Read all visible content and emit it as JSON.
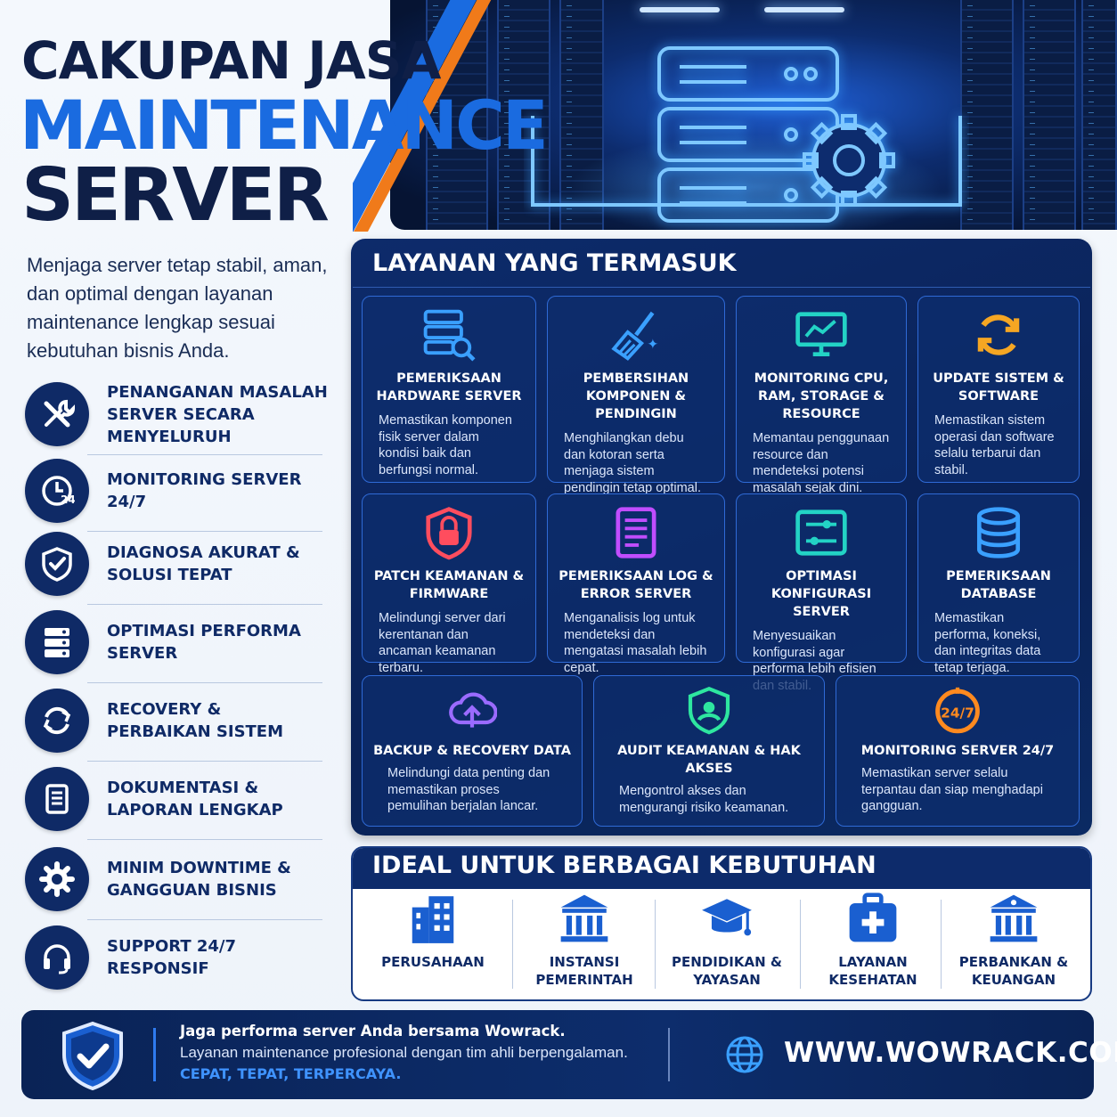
{
  "title": {
    "line1": "CAKUPAN JASA",
    "line2": "MAINTENANCE",
    "line3": "SERVER"
  },
  "intro": "Menjaga server tetap stabil, aman, dan optimal dengan layanan maintenance lengkap sesuai kebutuhan bisnis Anda.",
  "features": [
    {
      "label": "PENANGANAN MASALAH SERVER SECARA MENYELURUH",
      "icon": "tools-icon"
    },
    {
      "label": "MONITORING SERVER 24/7",
      "icon": "clock-24-icon"
    },
    {
      "label": "DIAGNOSA AKURAT & SOLUSI TEPAT",
      "icon": "shield-check-icon"
    },
    {
      "label": "OPTIMASI PERFORMA SERVER",
      "icon": "server-icon"
    },
    {
      "label": "RECOVERY & PERBAIKAN SISTEM",
      "icon": "refresh-icon"
    },
    {
      "label": "DOKUMENTASI & LAPORAN LENGKAP",
      "icon": "document-icon"
    },
    {
      "label": "MINIM DOWNTIME & GANGGUAN BISNIS",
      "icon": "gear-icon"
    },
    {
      "label": "SUPPORT 24/7 RESPONSIF",
      "icon": "headset-icon"
    }
  ],
  "services": {
    "title": "LAYANAN YANG TERMASUK",
    "items": [
      {
        "title": "PEMERIKSAAN HARDWARE SERVER",
        "desc": "Memastikan komponen fisik server dalam kondisi baik dan berfungsi normal.",
        "icon": "server-search-icon",
        "color": "#3aa0ff"
      },
      {
        "title": "PEMBERSIHAN KOMPONEN & PENDINGIN",
        "desc": "Menghilangkan debu dan kotoran serta menjaga sistem pendingin tetap optimal.",
        "icon": "broom-icon",
        "color": "#3aa0ff"
      },
      {
        "title": "MONITORING CPU, RAM, STORAGE & RESOURCE",
        "desc": "Memantau penggunaan resource dan mendeteksi potensi masalah sejak dini.",
        "icon": "monitor-chart-icon",
        "color": "#23d3c5"
      },
      {
        "title": "UPDATE SISTEM & SOFTWARE",
        "desc": "Memastikan sistem operasi dan software selalu terbarui dan stabil.",
        "icon": "sync-icon",
        "color": "#f5a623"
      },
      {
        "title": "PATCH KEAMANAN & FIRMWARE",
        "desc": "Melindungi server dari kerentanan dan ancaman keamanan terbaru.",
        "icon": "shield-lock-icon",
        "color": "#ff4d5e"
      },
      {
        "title": "PEMERIKSAAN LOG & ERROR SERVER",
        "desc": "Menganalisis log untuk mendeteksi dan mengatasi masalah lebih cepat.",
        "icon": "log-file-icon",
        "color": "#c04dff"
      },
      {
        "title": "OPTIMASI KONFIGURASI SERVER",
        "desc": "Menyesuaikan konfigurasi agar performa lebih efisien dan stabil.",
        "icon": "sliders-icon",
        "color": "#23d3c5"
      },
      {
        "title": "PEMERIKSAAN DATABASE",
        "desc": "Memastikan performa, koneksi, dan integritas data tetap terjaga.",
        "icon": "database-icon",
        "color": "#3aa0ff"
      },
      {
        "title": "BACKUP & RECOVERY DATA",
        "desc": "Melindungi data penting dan memastikan proses pemulihan berjalan lancar.",
        "icon": "cloud-upload-icon",
        "color": "#9a6bff"
      },
      {
        "title": "AUDIT KEAMANAN & HAK AKSES",
        "desc": "Mengontrol akses dan mengurangi risiko keamanan.",
        "icon": "shield-user-icon",
        "color": "#2ee6a0"
      },
      {
        "title": "MONITORING SERVER 24/7",
        "desc": "Memastikan server selalu terpantau dan siap menghadapi gangguan.",
        "icon": "clock-24-icon",
        "color": "#ff8a1f",
        "icon_text": "24/7"
      }
    ]
  },
  "ideal": {
    "title": "IDEAL UNTUK BERBAGAI KEBUTUHAN",
    "items": [
      {
        "label": "PERUSAHAAN",
        "icon": "building-icon"
      },
      {
        "label": "INSTANSI PEMERINTAH",
        "icon": "government-icon"
      },
      {
        "label": "PENDIDIKAN & YAYASAN",
        "icon": "graduation-cap-icon"
      },
      {
        "label": "LAYANAN KESEHATAN",
        "icon": "medical-kit-icon"
      },
      {
        "label": "PERBANKAN & KEUANGAN",
        "icon": "bank-icon"
      }
    ]
  },
  "footer": {
    "line1": "Jaga performa server Anda bersama Wowrack.",
    "line2": "Layanan maintenance profesional dengan tim ahli berpengalaman.",
    "line3": "CEPAT, TEPAT, TERPERCAYA.",
    "url": "WWW.WOWRACK.COM"
  },
  "colors": {
    "navy": "#0f2a66",
    "blue": "#1a6be0",
    "accent_orange": "#f07a1a",
    "panel": "#0d2b6b"
  }
}
